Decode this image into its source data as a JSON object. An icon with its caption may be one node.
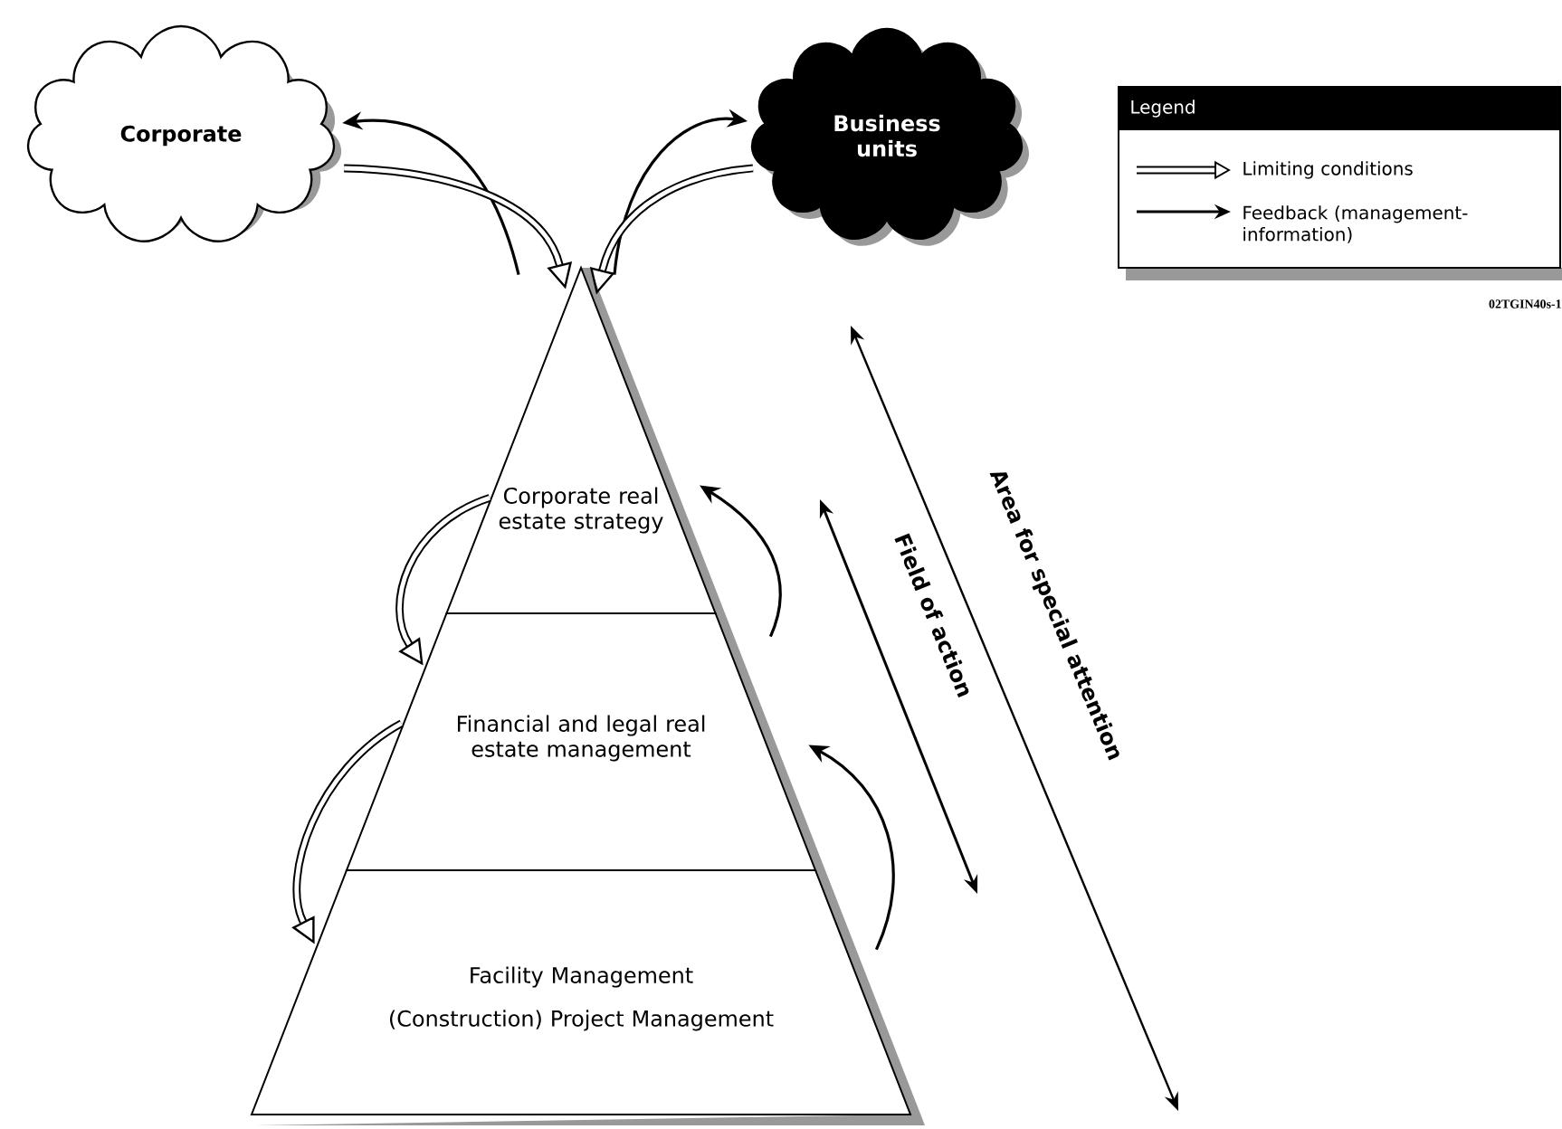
{
  "diagram": {
    "nodes": [
      {
        "text": [
          "Corporate"
        ]
      },
      {
        "text": [
          "Business units"
        ]
      },
      {
        "text": [
          "Corporate real estate strategy"
        ]
      },
      {
        "text": [
          "Financial and legal real estate management"
        ]
      },
      {
        "text": [
          "Facility Management",
          "(Construction) Project Management"
        ]
      }
    ],
    "edges": [
      {
        "from": 2,
        "to": 0,
        "arrow": "to"
      },
      {
        "from": 0,
        "to": 2,
        "arrow": "to",
        "style": "thick"
      },
      {
        "from": 2,
        "to": 1,
        "arrow": "to"
      },
      {
        "from": 1,
        "to": 2,
        "arrow": "to",
        "style": "thick"
      },
      {
        "from": 2,
        "to": 3,
        "arrow": "to",
        "style": "thick"
      },
      {
        "from": 3,
        "to": 4,
        "arrow": "to",
        "style": "thick"
      },
      {
        "from": 3,
        "to": 2,
        "arrow": "to"
      },
      {
        "from": 4,
        "to": 3,
        "arrow": "to"
      }
    ],
    "labels": [
      "Legend",
      "02TGIN40s-1",
      "Field of action",
      "Area for special attention"
    ],
    "legend": [
      {
        "text": "Limiting conditions"
      },
      {
        "text": "Feedback (management-information)"
      }
    ]
  }
}
